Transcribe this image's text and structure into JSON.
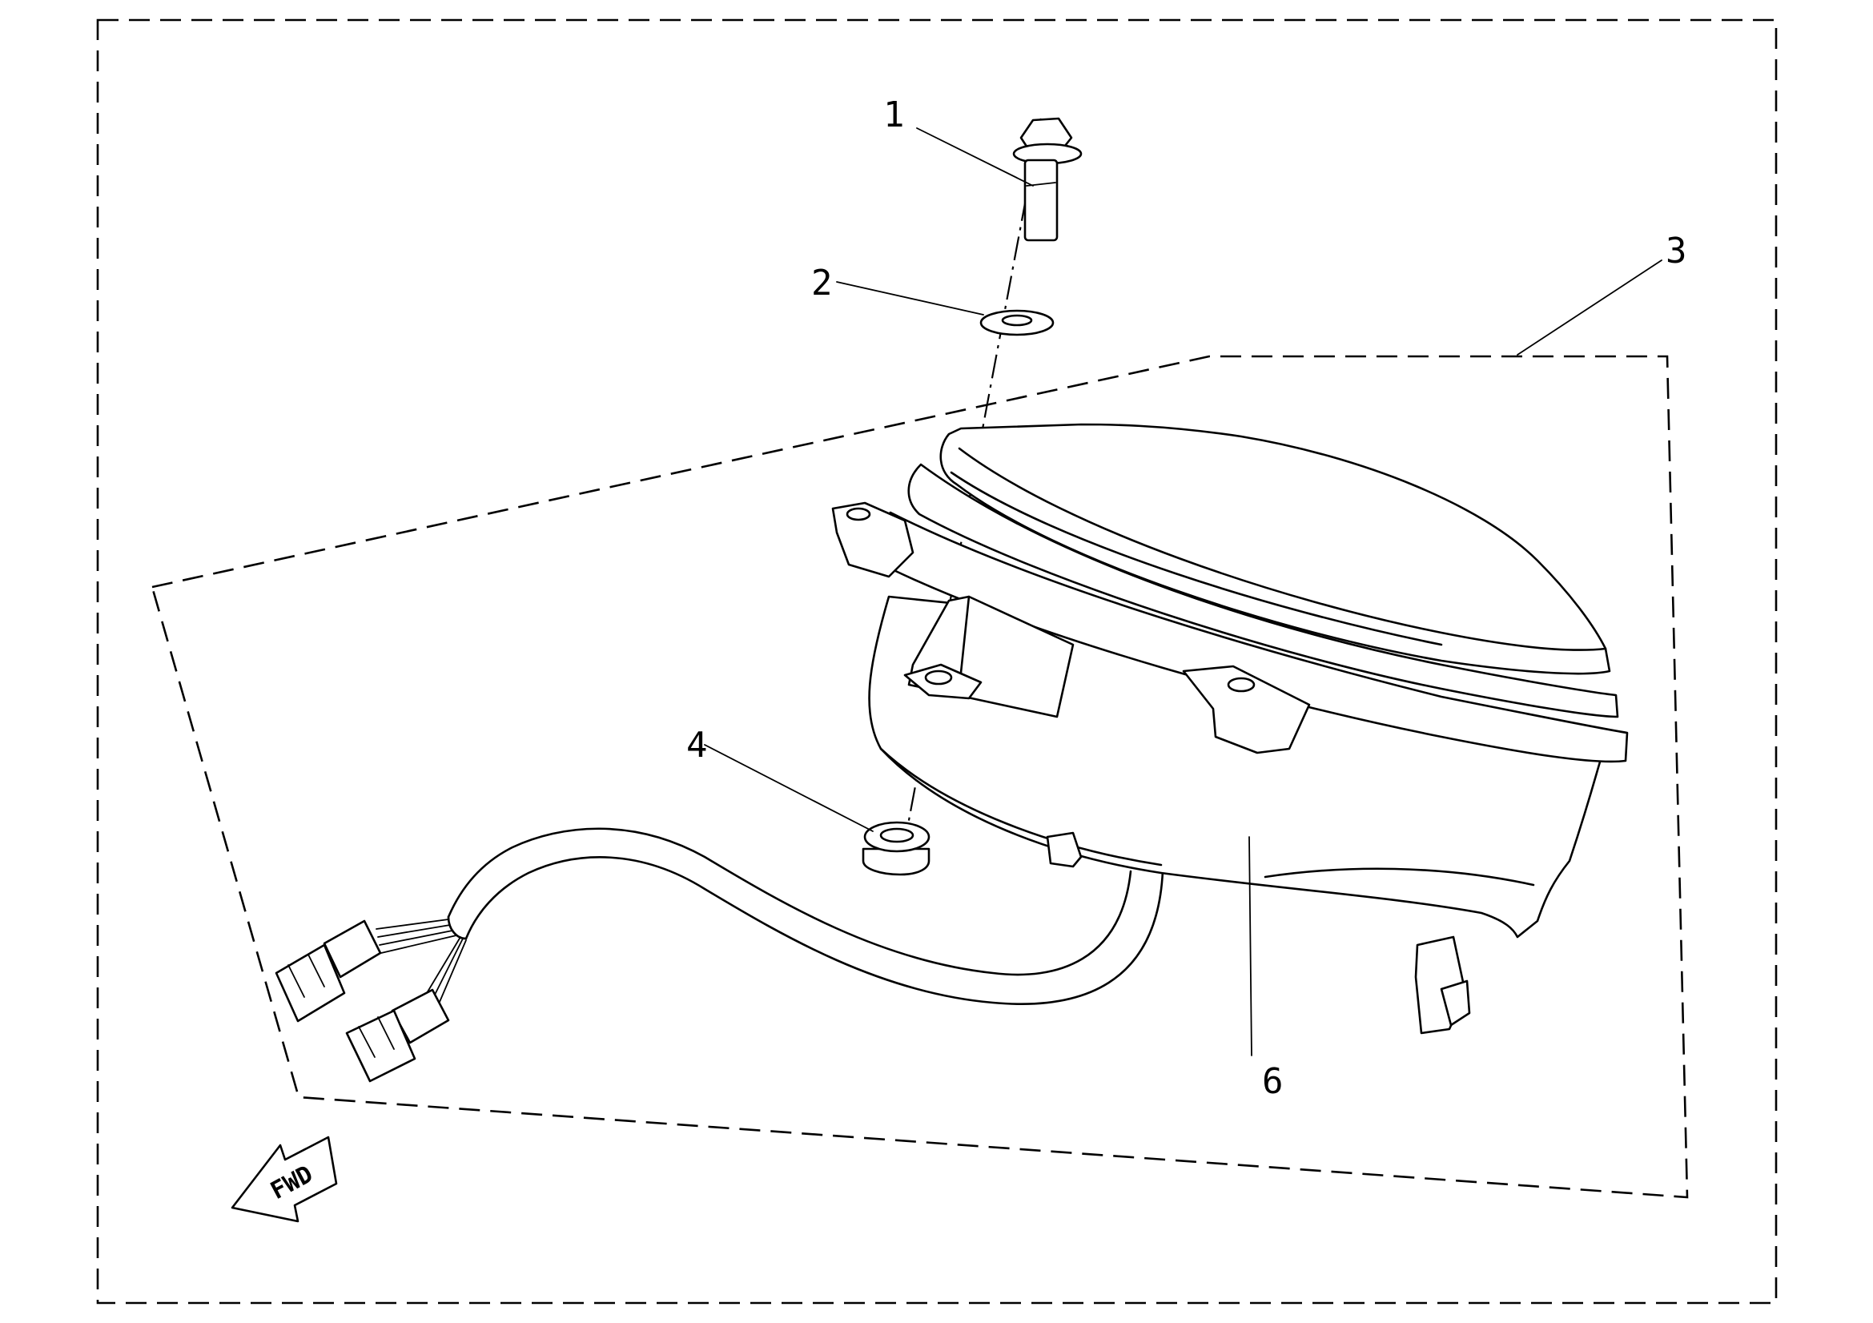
{
  "callouts": {
    "c1": "1",
    "c2": "2",
    "c3": "3",
    "c4": "4",
    "c6": "6"
  },
  "fwd_label": "FWD"
}
